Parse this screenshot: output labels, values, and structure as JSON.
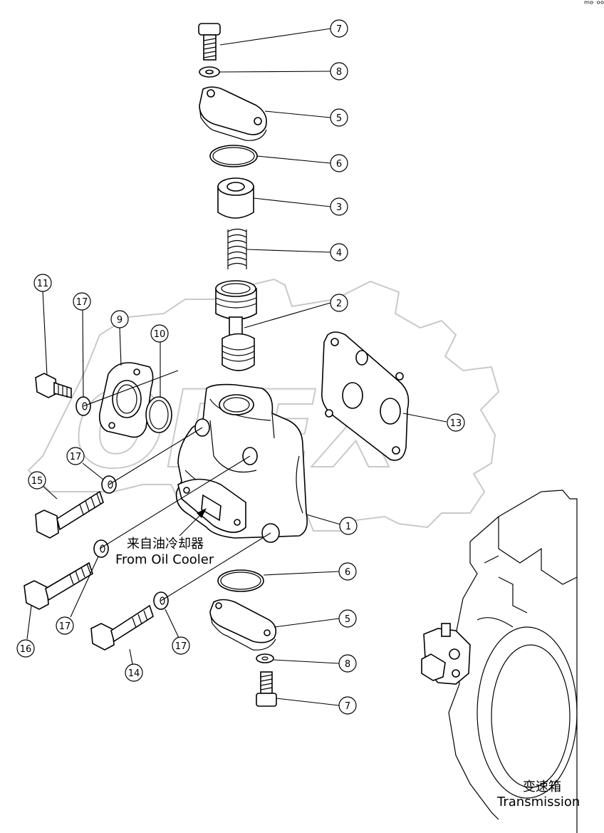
{
  "corner_text": "ᵐᵒ ᵒᵒᵒ",
  "annotations": {
    "from_oil_cooler_cn": "来自油冷却器",
    "from_oil_cooler_en": "From Oil Cooler",
    "transmission_cn": "变速箱",
    "transmission_en": "Transmission"
  },
  "watermark": {
    "text": "OPEX"
  },
  "callouts": [
    {
      "number": "7"
    },
    {
      "number": "8"
    },
    {
      "number": "5"
    },
    {
      "number": "6"
    },
    {
      "number": "3"
    },
    {
      "number": "4"
    },
    {
      "number": "2"
    },
    {
      "number": "13"
    },
    {
      "number": "1"
    },
    {
      "number": "6"
    },
    {
      "number": "5"
    },
    {
      "number": "8"
    },
    {
      "number": "7"
    },
    {
      "number": "11"
    },
    {
      "number": "17"
    },
    {
      "number": "9"
    },
    {
      "number": "10"
    },
    {
      "number": "17"
    },
    {
      "number": "15"
    },
    {
      "number": "17"
    },
    {
      "number": "16"
    },
    {
      "number": "17"
    },
    {
      "number": "14"
    }
  ]
}
